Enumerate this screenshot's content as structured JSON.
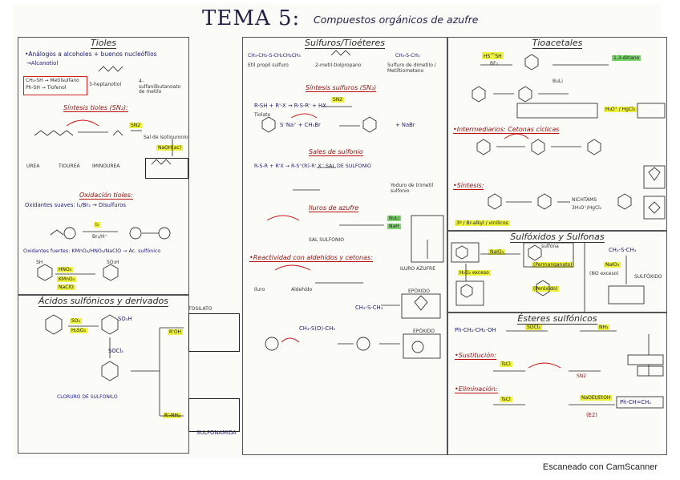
{
  "title": {
    "main": "TEMA 5:",
    "sub": "Compuestos orgánicos de azufre"
  },
  "footer": "Escaneado con CamScanner",
  "tioles": {
    "title": "Tioles",
    "analogos": "•Análogos a alcoholes + buenos nucleófilos",
    "alcanotiol": "→Alcanotiol",
    "heptanotiol": "3-heptanotiol",
    "metilbutanol": "4-sulfanilbutanoato de metilo",
    "ch3sh": "CH₃-SH → Metilsulfano",
    "phsh": "Ph-SH → Tiofenol",
    "sintesis": "Síntesis tioles (SN₂):",
    "sn2": "SN2",
    "sal_isotiouronio": "Sal de isotiouronio",
    "naoh": "NaOH(ac)",
    "urea": "UREA",
    "tiourea": "TIOUREA",
    "iminurea": "IMINOUREA",
    "oxidacion": "Oxidación tioles:",
    "ox_suaves": "Oxidantes suaves: I₂/Br₂ → Disulfuros",
    "i2": "I₂",
    "br2": "Br₂/H⁺",
    "ox_fuertes": "Oxidantes fuertes: KMnO₄/HNO₃/NaClO → Ác. sulfónico",
    "hno3": "HNO₃",
    "kmno4": "KMnO₄",
    "naclo": "NaClO",
    "sh": "SH",
    "so3h": "SO₃H"
  },
  "acidos": {
    "title": "Ácidos sulfónicos y derivados",
    "so3": "SO₃",
    "h2so4": "H₂SO₄",
    "so3h": "SO₃H",
    "socl2": "SOCl₂",
    "roh": "R'OH",
    "tosilato": "TOSILATO",
    "rnh2": "R'-NH₂",
    "cloruro": "CLORURO DE SULFONILO",
    "sulfonamida": "SULFONAMIDA"
  },
  "sulfuros": {
    "title": "Sulfuros/Tioéteres",
    "ex1": "CH₃-CH₂-S-CH₂CH₂CH₃",
    "ex1_name": "Etil propil sulfuro",
    "ex2_name": "2-metil-tiolpropano",
    "ex3": "CH₃-S-CH₃",
    "ex3_name": "Sulfuro de dimetilo / Metiltiometano",
    "sintesis": "Síntesis sulfuros (SN₂)",
    "eq1": "R-SH + R'-X  →  R-S-R' + HX",
    "sn2": "SN2",
    "tiolato": "Tiolato",
    "nabr": "+ NaBr",
    "eq_phs": "S⁻Na⁺ + CH₃Br",
    "sales": "Sales de sulfonio",
    "eq2": "R-S-R + R'X  →  R-S⁺(R)-R' X⁻  SAL DE SULFONIO",
    "yoduro": "Yoduro de trimetil sulfonio",
    "iluros": "Iluros de azufre",
    "buli": "BuLi",
    "nah": "NaH",
    "sal_sulfonio": "SAL SULFONIO",
    "iluro_azufre": "ILURO AZUFRE",
    "reactividad": "•Reactividad con aldehídos y cetonas:",
    "iluro": "Iluro",
    "aldehido": "Aldehído",
    "epoxido": "EPÓXIDO",
    "dms": "CH₃-S-CH₃",
    "dmso": "CH₃-S(O)-CH₃"
  },
  "tioacetales": {
    "title": "Tioacetales",
    "hs_sh": "HS⌒SH",
    "bf3": "BF₃",
    "ditiano": "1,3-ditiano",
    "buli": "BuLi",
    "hgcl": "H₃O⁺ / HgCl₂",
    "intermediarios": "•Intermediarios: Cetonas cíclicas",
    "sintesis": "•Síntesis:",
    "nichtams": "NiCHTAMS",
    "h3o": "3H₃O⁺/HgCl₂",
    "nota": "3º / Br-alkyl / vinílicos"
  },
  "sulfoxidos": {
    "title": "Sulfóxidos y Sulfonas",
    "naio4": "NaIO₄",
    "sulfona": "sulfona",
    "h2o2": "H₂O₂ exceso",
    "kmno4": "(Permanganato)",
    "mcpba": "(Peróxido)",
    "dms": "CH₃-S-CH₃",
    "naioa": "NaIO₄",
    "no_exceso": "(NO exceso)",
    "sulfoxido": "SULFÓXIDO"
  },
  "esteres": {
    "title": "Ésteres sulfónicos",
    "eq1": "Ph-CH₂-CH₂-OH",
    "socl2": "SOCl₂",
    "nh3": "NH₃",
    "sust": "•Sustitución:",
    "tscl": "TsCl",
    "sn2": "SN2",
    "elim": "•Eliminación:",
    "naoet": "NaOEt/EtOH",
    "e2": "(E2)",
    "prod": "Ph-CH=CH₂"
  }
}
